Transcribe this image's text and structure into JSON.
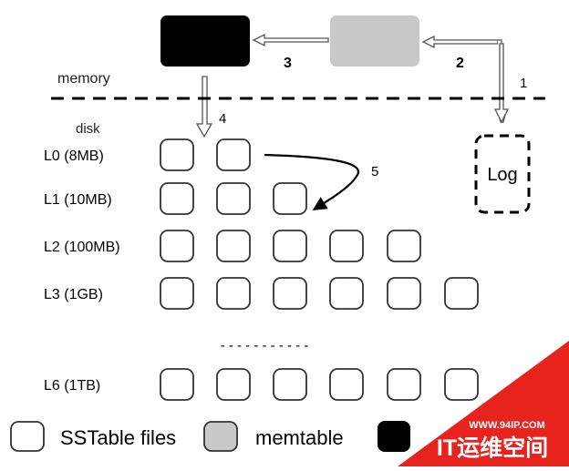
{
  "labels": {
    "memory": "memory",
    "disk": "disk",
    "log": "Log",
    "step1": "1",
    "step2": "2",
    "step3": "3",
    "step4": "4",
    "step5": "5",
    "ellipsis": "- - - - - - - - - - -"
  },
  "levels": [
    {
      "label": "L0 (8MB)",
      "files": 2
    },
    {
      "label": "L1 (10MB)",
      "files": 3
    },
    {
      "label": "L2 (100MB)",
      "files": 5
    },
    {
      "label": "L3 (1GB)",
      "files": 6
    },
    {
      "label": "L6 (1TB)",
      "files": 6
    }
  ],
  "legend": {
    "sstable_label": "SSTable files",
    "memtable_label": "memtable"
  },
  "watermark": {
    "url": "WWW.94IP.COM",
    "brand": "IT运维空间",
    "color": "#e8231e"
  },
  "colors": {
    "immutable_memtable": "#000000",
    "memtable": "#c9c9c9",
    "file_border": "#333333"
  }
}
